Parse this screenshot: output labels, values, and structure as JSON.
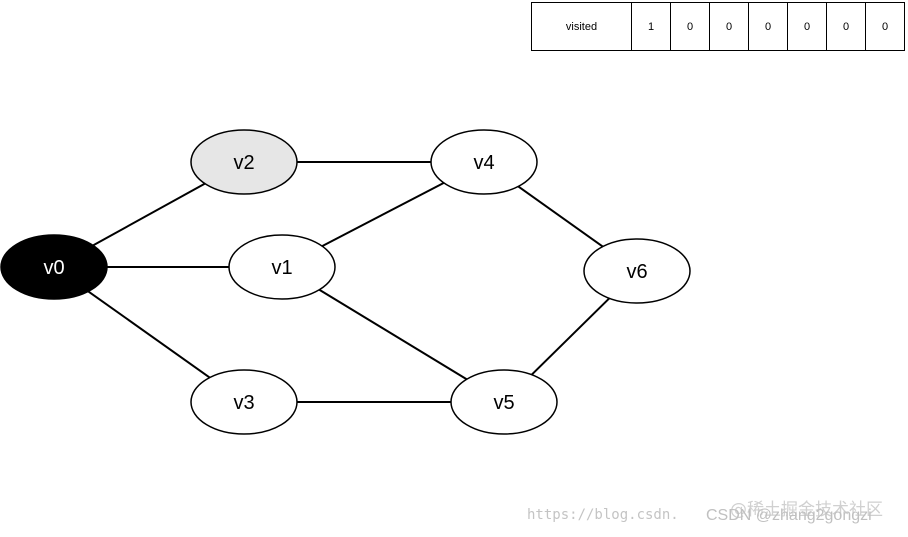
{
  "visited_table": {
    "header": "visited",
    "values": [
      "1",
      "0",
      "0",
      "0",
      "0",
      "0",
      "0"
    ]
  },
  "graph": {
    "nodes": [
      {
        "id": "v0",
        "label": "v0",
        "fill": "#000000",
        "text_color": "#ffffff"
      },
      {
        "id": "v1",
        "label": "v1",
        "fill": "#ffffff",
        "text_color": "#000000"
      },
      {
        "id": "v2",
        "label": "v2",
        "fill": "#e6e6e6",
        "text_color": "#000000"
      },
      {
        "id": "v3",
        "label": "v3",
        "fill": "#ffffff",
        "text_color": "#000000"
      },
      {
        "id": "v4",
        "label": "v4",
        "fill": "#ffffff",
        "text_color": "#000000"
      },
      {
        "id": "v5",
        "label": "v5",
        "fill": "#ffffff",
        "text_color": "#000000"
      },
      {
        "id": "v6",
        "label": "v6",
        "fill": "#ffffff",
        "text_color": "#000000"
      }
    ],
    "edges": [
      [
        "v0",
        "v2"
      ],
      [
        "v0",
        "v1"
      ],
      [
        "v0",
        "v3"
      ],
      [
        "v2",
        "v4"
      ],
      [
        "v1",
        "v4"
      ],
      [
        "v1",
        "v5"
      ],
      [
        "v3",
        "v5"
      ],
      [
        "v4",
        "v6"
      ],
      [
        "v5",
        "v6"
      ]
    ]
  },
  "watermark": {
    "url": "https://blog.csdn.",
    "csdn": "CSDN @zhang2gongzi",
    "cn": "@稀土掘金技术社区"
  }
}
